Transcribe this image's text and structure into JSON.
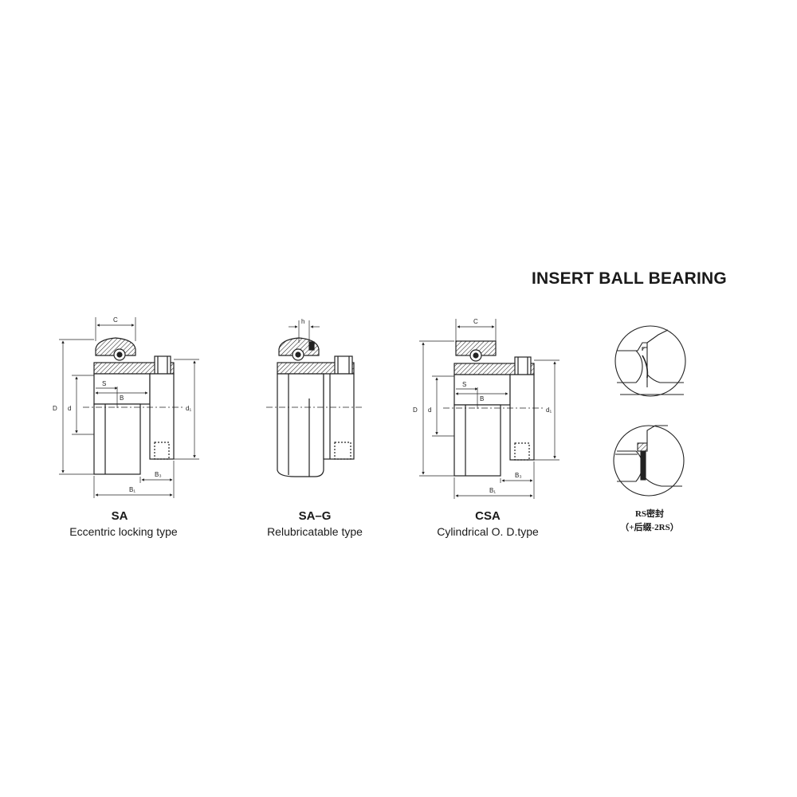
{
  "title": "INSERT BALL BEARING",
  "bearings": [
    {
      "code": "SA",
      "description": "Eccentric locking  type",
      "dims": {
        "C": "C",
        "S": "S",
        "B": "B",
        "D": "D",
        "d": "d",
        "d1": "d₁",
        "B3": "B₃",
        "B1": "B₁"
      }
    },
    {
      "code": "SA–G",
      "description": "Relubricatable type",
      "dims": {
        "h": "h"
      }
    },
    {
      "code": "CSA",
      "description": "Cylindrical O. D.type",
      "dims": {
        "C": "C",
        "S": "S",
        "B": "B",
        "D": "D",
        "d": "d",
        "d1": "d₁",
        "B3": "B₃",
        "B1": "B₁"
      }
    }
  ],
  "seal_note": {
    "line1": "RS密封",
    "line2": "（+后缀-2RS）"
  }
}
